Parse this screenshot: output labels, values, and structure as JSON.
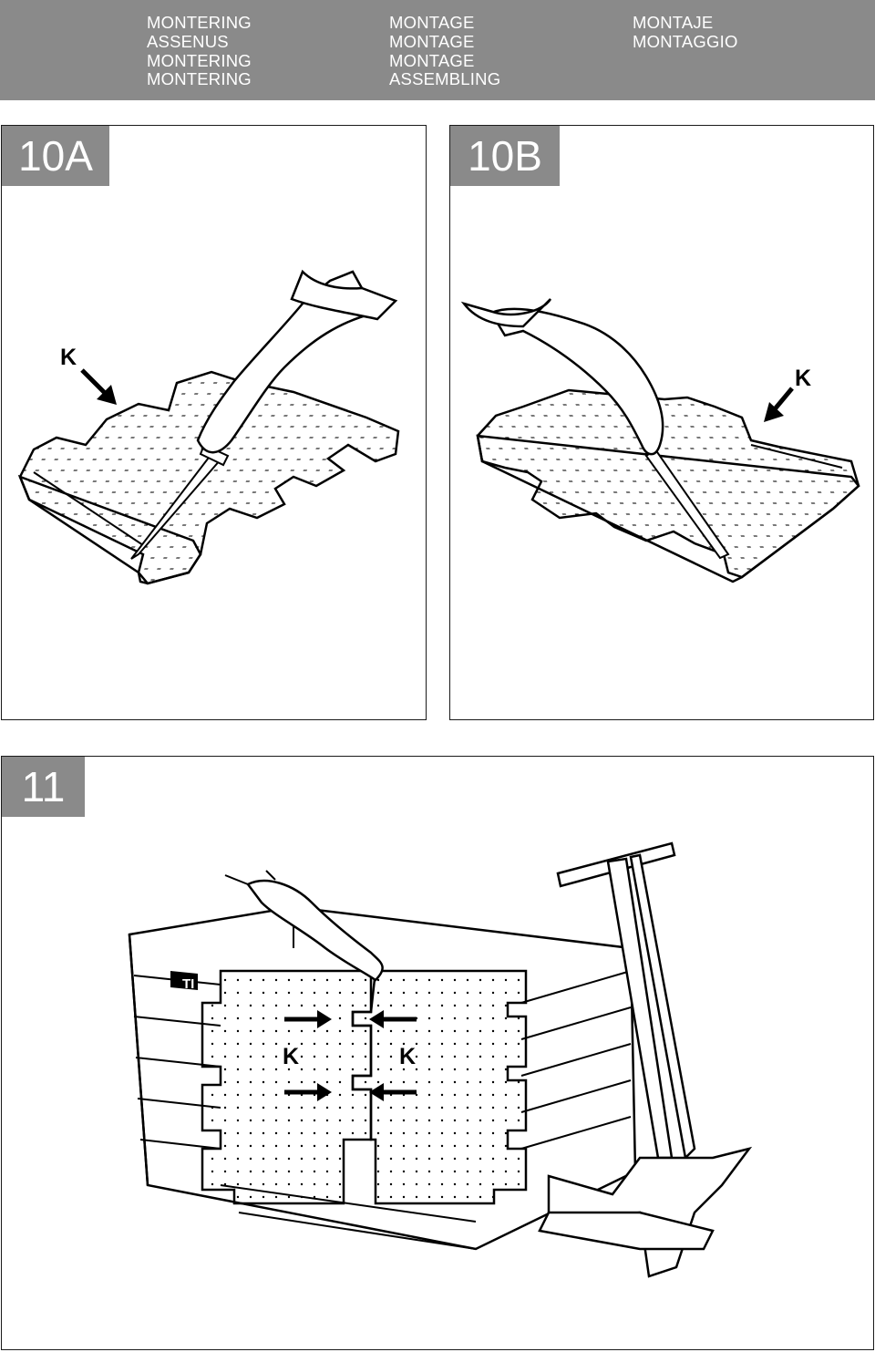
{
  "header": {
    "col1": [
      "MONTERING",
      "ASSENUS",
      "MONTERING",
      "MONTERING"
    ],
    "col2": [
      "MONTAGE",
      "MONTAGE",
      "MONTAGE",
      "ASSEMBLING"
    ],
    "col3": [
      "MONTAJE",
      "MONTAGGIO"
    ]
  },
  "steps": {
    "a": {
      "number": "10A",
      "part_label": "K"
    },
    "b": {
      "number": "10B",
      "part_label": "K"
    },
    "c": {
      "number": "11",
      "part_label_left": "K",
      "part_label_right": "K",
      "brand_fragment": "TI"
    }
  },
  "colors": {
    "header_bg": "#8a8a8a",
    "tag_bg": "#8a8a8a",
    "text_on_gray": "#ffffff",
    "line": "#000000"
  }
}
